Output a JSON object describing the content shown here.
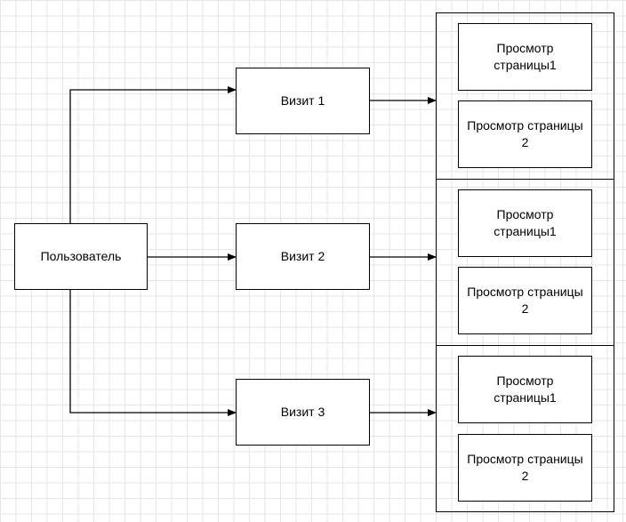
{
  "diagram": {
    "user": "Пользователь",
    "visits": [
      {
        "label": "Визит 1",
        "pages": [
          "Просмотр\nстраницы1",
          "Просмотр страницы\n2"
        ]
      },
      {
        "label": "Визит 2",
        "pages": [
          "Просмотр\nстраницы1",
          "Просмотр страницы\n2"
        ]
      },
      {
        "label": "Визит 3",
        "pages": [
          "Просмотр\nстраницы1",
          "Просмотр страницы\n2"
        ]
      }
    ]
  },
  "colors": {
    "stroke": "#000000",
    "grid": "#e6e6e6",
    "background": "#ffffff"
  }
}
